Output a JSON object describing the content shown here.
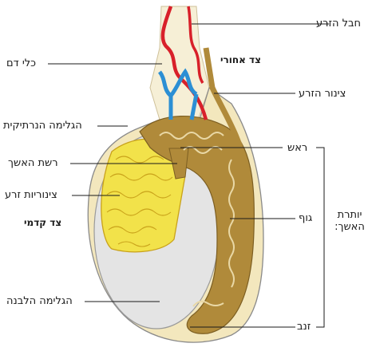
{
  "labels": {
    "spermatic_cord": "חבל הזרע",
    "posterior_side": "צד אחורי",
    "blood_vessels": "כלי דם",
    "vas_deferens": "צינור הזרע",
    "tunica_vaginalis": "הגלימה הנרתיקית",
    "head": "ראש",
    "rete_testis": "רשת האשך",
    "seminiferous_tubules": "צינוריות זרע",
    "anterior_side": "צד קדמי",
    "body": "גוף",
    "epididymis_line1": "יותרת",
    "epididymis_line2": "האשך:",
    "tunica_albuginea": "הגלימה הלבנה",
    "tail": "זנב"
  },
  "colors": {
    "artery": "#d8202a",
    "vein": "#2c8fd4",
    "epididymis": "#b08a3a",
    "epididymis_light": "#e9d8a6",
    "tubules": "#f2e24a",
    "tubules_outline": "#c9a21a",
    "tunica_vaginalis_fill": "#f3e7bd",
    "albuginea": "#e4e4e4",
    "cord_fill": "#f6efd6",
    "leader": "#1a1a1a"
  }
}
